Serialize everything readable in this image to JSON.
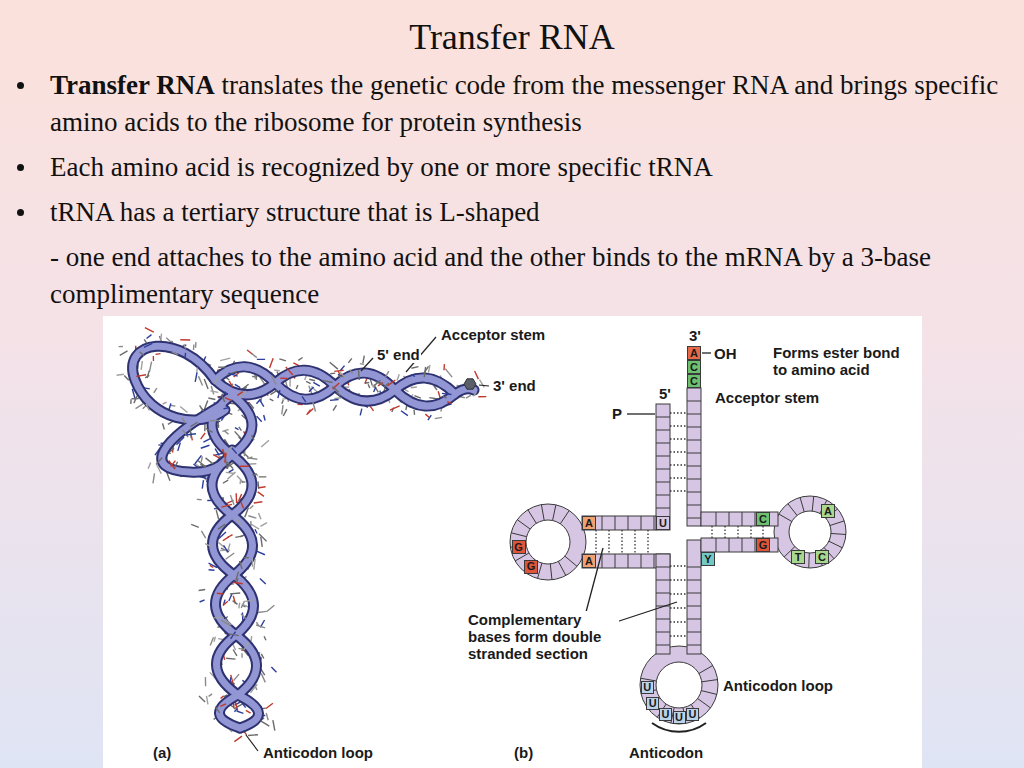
{
  "diagram": {
    "title": "Transfer RNA",
    "nodes": [
      {
        "text": [
          "A"
        ]
      },
      {
        "text": [
          "C"
        ]
      },
      {
        "text": [
          "C"
        ]
      },
      {
        "text": [
          "U"
        ]
      },
      {
        "text": [
          "A"
        ]
      },
      {
        "text": [
          "C"
        ]
      },
      {
        "text": [
          "A"
        ]
      },
      {
        "text": [
          "G"
        ]
      },
      {
        "text": [
          "G"
        ]
      },
      {
        "text": [
          "A"
        ]
      },
      {
        "text": [
          "Y"
        ]
      },
      {
        "text": [
          "T"
        ]
      },
      {
        "text": [
          "C"
        ]
      },
      {
        "text": [
          "G"
        ]
      },
      {
        "text": [
          "U"
        ]
      },
      {
        "text": [
          "U"
        ]
      },
      {
        "text": [
          "U"
        ]
      },
      {
        "text": [
          "U"
        ]
      },
      {
        "text": [
          "U"
        ]
      }
    ],
    "labels": [
      "Transfer RNA",
      "translates the genetic code from the messenger RNA and brings specific amino acids to the ribosome for protein synthesis",
      "Each amino acid is recognized by one or more specific tRNA",
      "tRNA has a tertiary structure that is L-shaped",
      "- one end attaches to the amino acid and the other binds to the mRNA by a 3-base complimentary sequence",
      "Acceptor stem",
      "5' end",
      "3' end",
      "(a)",
      "Anticodon loop",
      "3'",
      "OH",
      "Forms ester bond to amino acid",
      "Acceptor stem",
      "5'",
      "P",
      "Complementary bases form double stranded section",
      "Anticodon loop",
      "(b)",
      "Anticodon"
    ]
  }
}
